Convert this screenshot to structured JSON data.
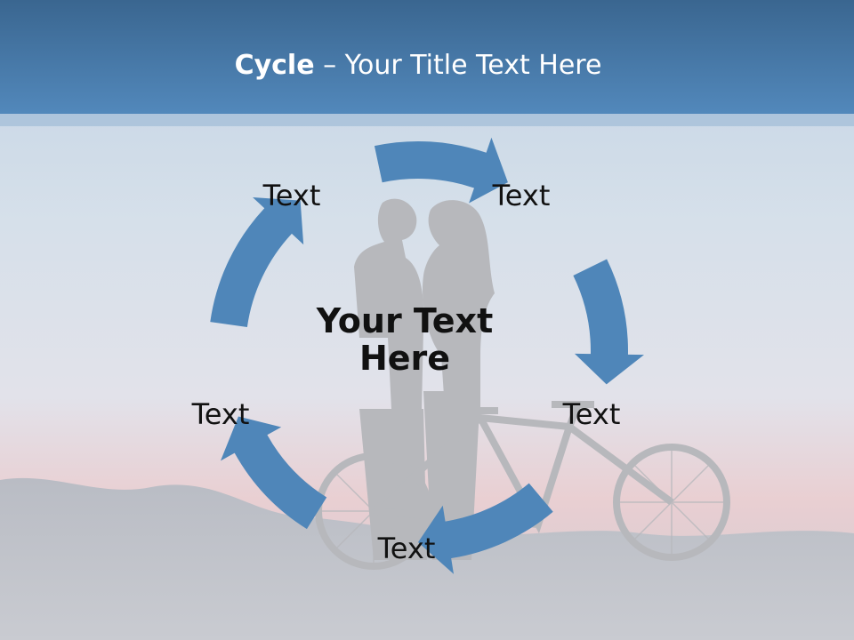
{
  "slide": {
    "title_bold": "Cycle",
    "title_rest": " – Your Title Text Here",
    "center_text": [
      "Your Text",
      "Here"
    ]
  },
  "cycle": {
    "nodes": [
      {
        "label": "Text"
      },
      {
        "label": "Text"
      },
      {
        "label": "Text"
      },
      {
        "label": "Text"
      },
      {
        "label": "Text"
      }
    ]
  },
  "colors": {
    "arrow": "#4f86b9",
    "header_top": "#3a6690",
    "header_bottom": "#5288bb",
    "sky_top": "#c6d6e6",
    "sky_mid": "#dfe4ec",
    "sky_glow": "#e8c8c8",
    "ground": "#c4c7cd",
    "silhouette": "#b7b8bc"
  }
}
